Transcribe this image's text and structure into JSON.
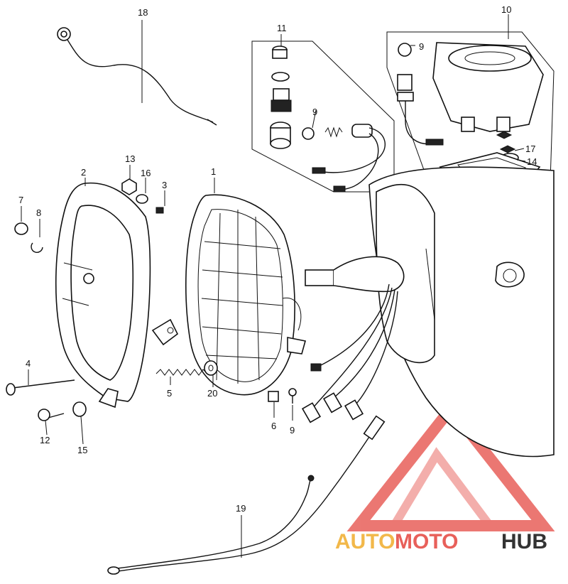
{
  "diagram": {
    "callouts": [
      "1",
      "2",
      "3",
      "4",
      "5",
      "6",
      "7",
      "8",
      "9",
      "9",
      "9",
      "10",
      "11",
      "12",
      "13",
      "14",
      "15",
      "16",
      "17",
      "18",
      "19",
      "20"
    ]
  },
  "watermark": {
    "auto": "AUTO",
    "moto": "MOTO",
    "hub": "HUB",
    "colors": {
      "auto": "#f2b84a",
      "moto": "#e8605a",
      "hub": "#333333",
      "triangle": "#e8605a"
    }
  }
}
